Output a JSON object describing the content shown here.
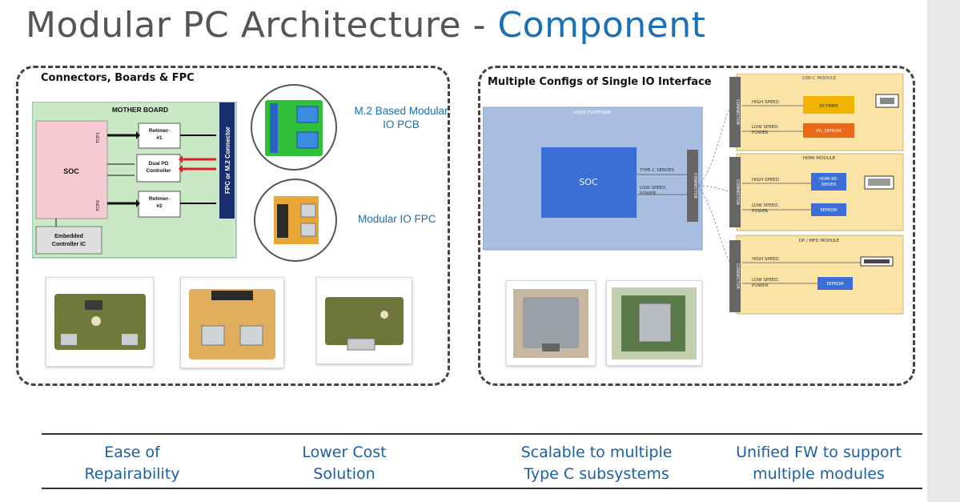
{
  "title": {
    "main": "Modular PC Architecture - ",
    "accent": "Component"
  },
  "left_panel": {
    "title": "Connectors, Boards & FPC",
    "motherboard": {
      "label": "MOTHER BOARD",
      "soc": "SOC",
      "retimer1": "Retimer-\n#1",
      "retimer2": "Retimer-\n#2",
      "pd": "Dual PD\nController",
      "top1": "TCP1",
      "top0": "TCP0",
      "connector": "FPC or M.2 Connector",
      "ec": "Embedded\nController IC"
    },
    "m2_label": "M.2 Based Modular\nIO PCB",
    "fpc_label": "Modular IO FPC"
  },
  "right_panel": {
    "title": "Multiple Configs of Single IO Interface",
    "host_label": "HOST PLATFORM",
    "soc": "SOC",
    "typec": "TYPE-C SERDES",
    "lowspeed": "LOW SPEED,\nPOWER",
    "connector": "CONNECTOR",
    "modules": [
      {
        "name": "USB-C MODULE",
        "hs": "HIGH SPEED",
        "ls": "LOW SPEED,\nPOWER",
        "chip1": "RE-TIMER",
        "chip2": "PD, EEPROM"
      },
      {
        "name": "HDMI MODULE",
        "hs": "HIGH SPEED",
        "ls": "LOW SPEED,\nPOWER",
        "chip1": "HDMI RE-\nDRIVER",
        "chip2": "EEPROM"
      },
      {
        "name": "DP / MFD MODULE",
        "hs": "HIGH SPEED",
        "ls": "LOW SPEED,\nPOWER",
        "chip2": "EEPROM"
      }
    ]
  },
  "benefits": [
    "Ease of\nRepairability",
    "Lower Cost\nSolution",
    "Scalable to multiple\nType C subsystems",
    "Unified FW to support\nmultiple modules"
  ],
  "colors": {
    "accent": "#1a6fb5",
    "benefit_text": "#1a5fa8",
    "pcb_green": "#2fbf3a",
    "module_bg": "#fbe3a6",
    "host_bg": "#a9bfe2",
    "soc_blue": "#3a6fd8"
  }
}
